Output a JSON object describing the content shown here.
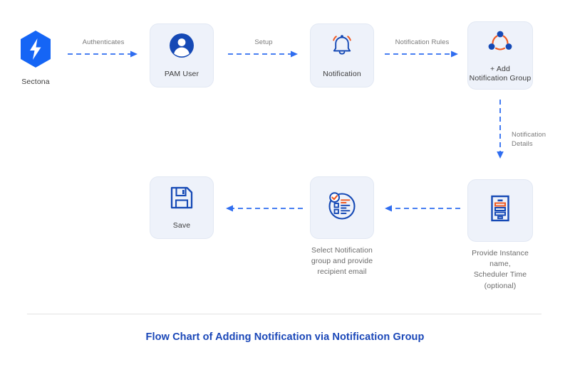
{
  "title": "Flow Chart of Adding Notification via Notification Group",
  "colors": {
    "brand_blue": "#1a47b8",
    "accent_orange": "#f05a22",
    "logo_blue": "#1565f5",
    "card_fill": "#eef2fa",
    "arrow_blue": "#2f6df0",
    "label_gray": "#3c3c3c",
    "muted_gray": "#7a7a7a",
    "divider": "#e3e3e3"
  },
  "nodes": {
    "sectona": {
      "label": "Sectona",
      "icon": "sectona-hexagon-bolt-icon"
    },
    "pam_user": {
      "label": "PAM User",
      "icon": "user-avatar-icon"
    },
    "notification": {
      "label": "Notification",
      "icon": "bell-ringing-icon"
    },
    "add_group": {
      "label": "+ Add\nNotification Group",
      "line1": "+ Add",
      "line2": "Notification Group",
      "icon": "group-nodes-icon"
    },
    "instance": {
      "caption": "Provide Instance name,\nScheduler Time (optional)",
      "icon": "document-form-icon"
    },
    "select_group": {
      "caption": "Select Notification\ngroup and provide\nrecipient email",
      "icon": "checklist-circle-icon"
    },
    "save": {
      "label": "Save",
      "icon": "floppy-disk-save-icon"
    }
  },
  "arrows": {
    "authenticates": {
      "label": "Authenticates",
      "direction": "right"
    },
    "setup": {
      "label": "Setup",
      "direction": "right"
    },
    "notification_rules": {
      "label": "Notification Rules",
      "direction": "right"
    },
    "notification_details": {
      "label": "Notification\nDetails",
      "direction": "down"
    },
    "instance_to_select": {
      "label": "",
      "direction": "left"
    },
    "select_to_save": {
      "label": "",
      "direction": "left"
    }
  }
}
